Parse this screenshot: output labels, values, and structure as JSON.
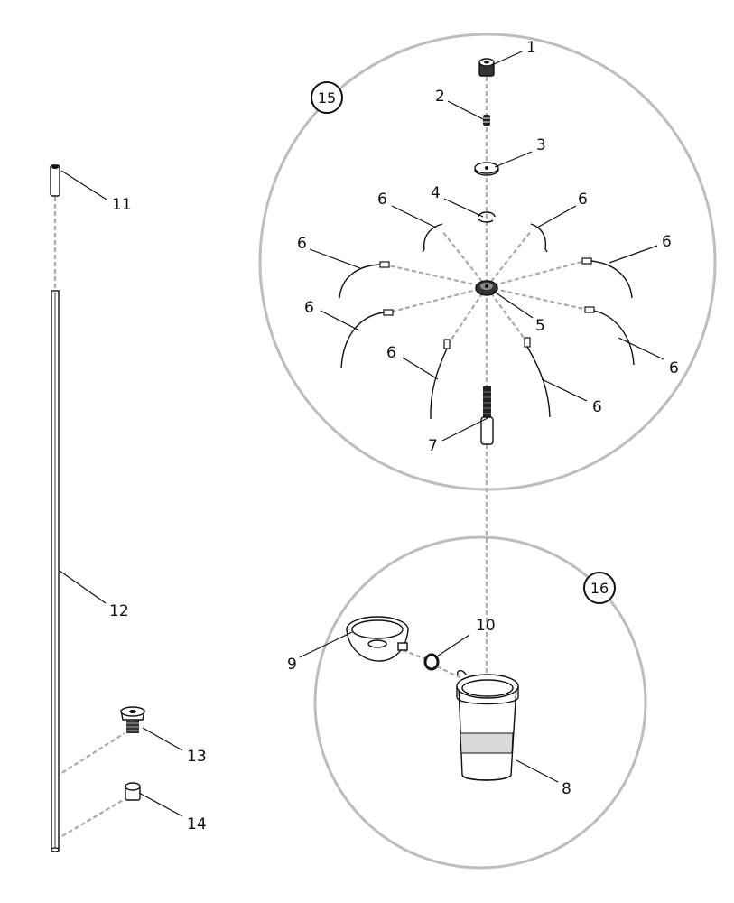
{
  "callouts": [
    {
      "id": "c15",
      "text": "15"
    },
    {
      "id": "c16",
      "text": "16"
    }
  ],
  "labels": {
    "p1": "1",
    "p2": "2",
    "p3": "3",
    "p4": "4",
    "p5": "5",
    "p6": "6",
    "p7": "7",
    "p8": "8",
    "p9": "9",
    "p10": "10",
    "p11": "11",
    "p12": "12",
    "p13": "13",
    "p14": "14"
  },
  "colors": {
    "line": "#111111",
    "dashed": "#aaaaaa",
    "group_circle": "#bdbdbd",
    "part_fill": "#ffffff",
    "band_fill": "#d9d9d9"
  }
}
